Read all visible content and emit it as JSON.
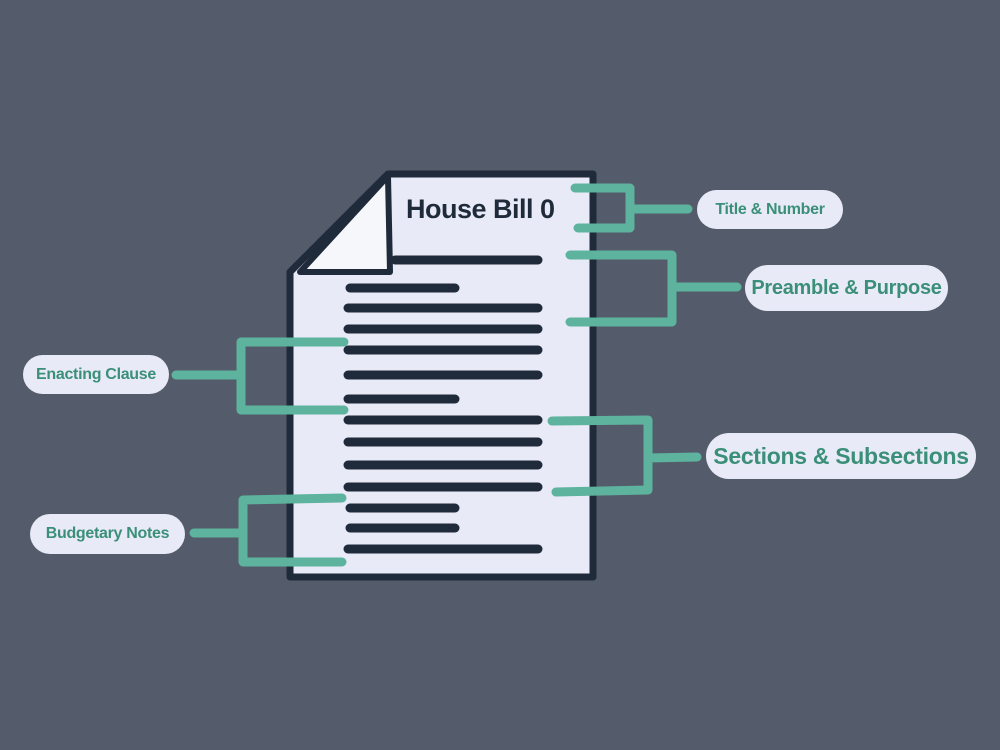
{
  "document": {
    "title": "House Bill 0",
    "icon": "document-page-icon",
    "line_count": 14
  },
  "labels": {
    "title_number": "Title & Number",
    "preamble_purpose": "Preamble & Purpose",
    "enacting_clause": "Enacting Clause",
    "sections_subsections": "Sections & Subsections",
    "budgetary_notes": "Budgetary Notes"
  },
  "colors": {
    "background": "#545c6b",
    "page": "#e8ebf7",
    "page_fold": "#f6f7fb",
    "outline": "#1f2a3a",
    "bracket": "#5db39d",
    "label_text": "#3b8f79",
    "pill": "#e8ebf7"
  }
}
